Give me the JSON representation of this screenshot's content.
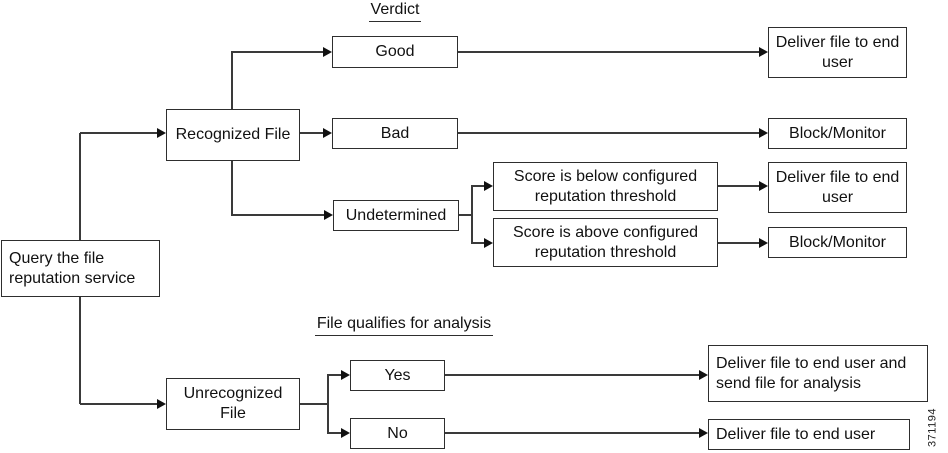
{
  "figure": {
    "description": "File reputation service decision flowchart",
    "watermark": "371194"
  },
  "headings": {
    "verdict": "Verdict",
    "analysis": "File qualifies for analysis"
  },
  "nodes": {
    "query": {
      "label": "Query the file reputation service"
    },
    "recognized": {
      "label": "Recognized File"
    },
    "good": {
      "label": "Good"
    },
    "bad": {
      "label": "Bad"
    },
    "undetermined": {
      "label": "Undetermined"
    },
    "score_below": {
      "label": "Score is below configured reputation threshold"
    },
    "score_above": {
      "label": "Score is above configured reputation threshold"
    },
    "deliver_good": {
      "label": "Deliver file to end user"
    },
    "block_bad": {
      "label": "Block/Monitor"
    },
    "deliver_below": {
      "label": "Deliver file to end user"
    },
    "block_above": {
      "label": "Block/Monitor"
    },
    "unrecognized": {
      "label": "Unrecognized File"
    },
    "yes": {
      "label": "Yes"
    },
    "no": {
      "label": "No"
    },
    "deliver_yes": {
      "label": "Deliver file to end user and send file for analysis"
    },
    "deliver_no": {
      "label": "Deliver file to end user"
    }
  },
  "edges": [
    {
      "from": "query",
      "to": "recognized"
    },
    {
      "from": "query",
      "to": "unrecognized"
    },
    {
      "from": "recognized",
      "to": "good"
    },
    {
      "from": "recognized",
      "to": "bad"
    },
    {
      "from": "recognized",
      "to": "undetermined"
    },
    {
      "from": "good",
      "to": "deliver_good"
    },
    {
      "from": "bad",
      "to": "block_bad"
    },
    {
      "from": "undetermined",
      "to": "score_below"
    },
    {
      "from": "undetermined",
      "to": "score_above"
    },
    {
      "from": "score_below",
      "to": "deliver_below"
    },
    {
      "from": "score_above",
      "to": "block_above"
    },
    {
      "from": "unrecognized",
      "to": "yes"
    },
    {
      "from": "unrecognized",
      "to": "no"
    },
    {
      "from": "yes",
      "to": "deliver_yes"
    },
    {
      "from": "no",
      "to": "deliver_no"
    }
  ],
  "colors": {
    "background": "#ffffff",
    "line": "#3a3a3a",
    "box_border": "#2e2e2e",
    "text": "#111111"
  }
}
